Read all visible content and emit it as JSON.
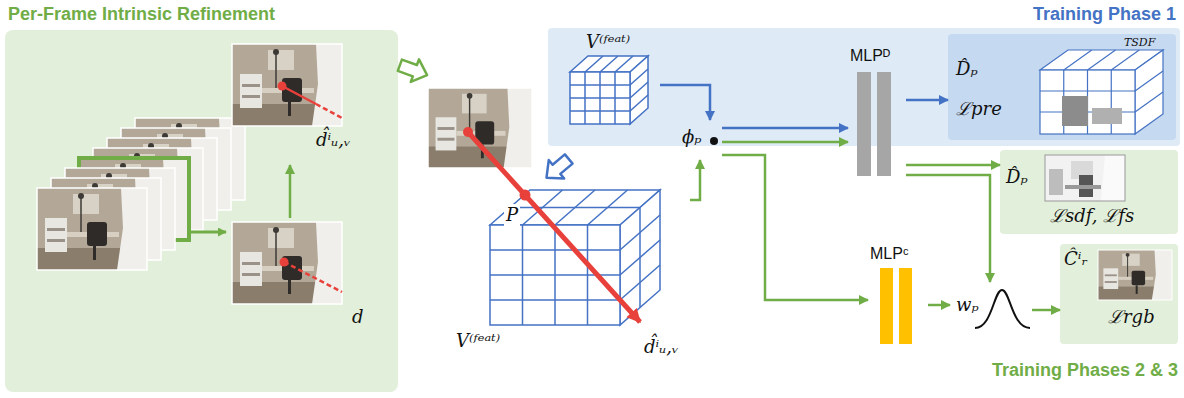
{
  "diagram": {
    "nodes": [
      {
        "text": [
          "Per-Frame Intrinsic Refinement"
        ]
      },
      {
        "text": [
          "d̂ⁱᵤ,ᵥ"
        ],
        "in": 0
      },
      {
        "text": [
          "d"
        ],
        "in": 0
      },
      {
        "text": [
          "V⁽ᶠᵉᵃᵗ⁾",
          "P",
          "d̂ⁱᵤ,ᵥ"
        ]
      },
      {
        "text": [
          "Training Phase 1"
        ]
      },
      {
        "text": [
          "V⁽ᶠᵉᵃᵗ⁾"
        ],
        "in": 4
      },
      {
        "text": [
          "ϕₚ"
        ]
      },
      {
        "text": [
          "MLPᴰ"
        ]
      },
      {
        "text": [
          "D̂ₚ",
          "TSDF",
          "ℒpre"
        ],
        "in": 4
      },
      {
        "text": [
          "D̂ₚ",
          "ℒsdf, ℒfs"
        ]
      },
      {
        "text": [
          "MLPᶜ"
        ]
      },
      {
        "text": [
          "wₚ"
        ]
      },
      {
        "text": [
          "Ĉⁱᵣ",
          "ℒrgb"
        ]
      }
    ],
    "edges": [
      {
        "from": 2,
        "to": 1,
        "arrow": "to"
      },
      {
        "from": 5,
        "to": 6,
        "arrow": "to"
      },
      {
        "from": 3,
        "to": 6,
        "arrow": "to"
      },
      {
        "from": 6,
        "to": 7,
        "arrow": "to"
      },
      {
        "from": 6,
        "to": 7,
        "arrow": "to"
      },
      {
        "from": 7,
        "to": 8,
        "arrow": "to"
      },
      {
        "from": 7,
        "to": 9,
        "arrow": "to"
      },
      {
        "from": 6,
        "to": 10,
        "arrow": "to"
      },
      {
        "from": 7,
        "to": 11,
        "arrow": "to"
      },
      {
        "from": 10,
        "to": 11,
        "arrow": "to"
      },
      {
        "from": 11,
        "to": 12,
        "arrow": "to"
      }
    ],
    "labels": [
      "Training Phases 2 & 3"
    ]
  }
}
